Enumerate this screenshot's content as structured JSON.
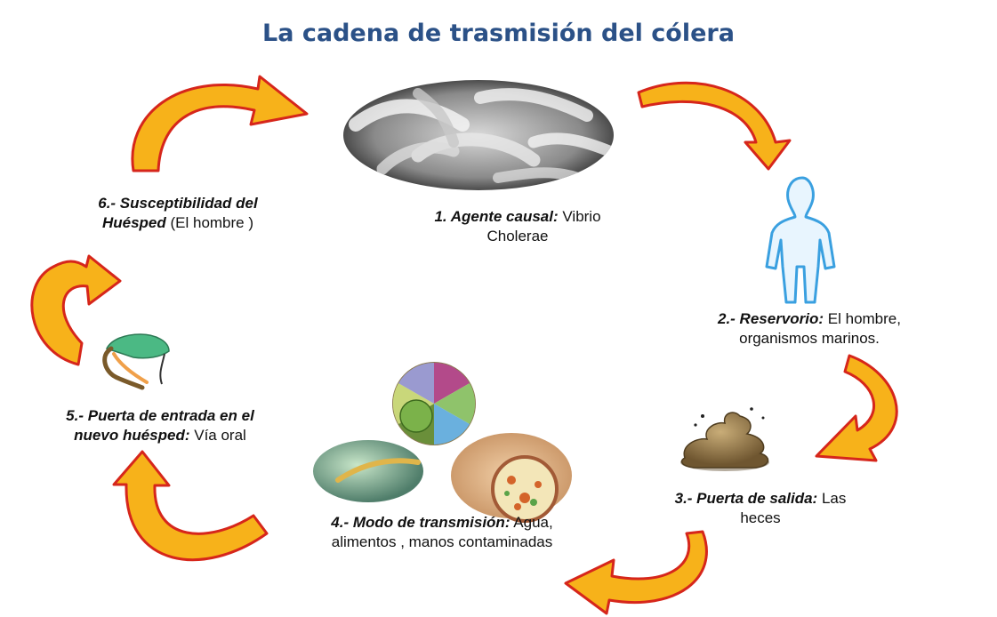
{
  "title": "La cadena de trasmisión del cólera",
  "steps": [
    {
      "bold": "1. Agente causal:",
      "text": " Vibrio",
      "text2": "Cholerae"
    },
    {
      "bold": "2.- Reservorio:",
      "text": " El hombre,",
      "text2": "organismos marinos."
    },
    {
      "bold": "3.- Puerta de salida:",
      "text": " Las",
      "text2": "heces"
    },
    {
      "bold": "4.- Modo de transmisión:",
      "text": "  Agua,",
      "text2": "alimentos  , manos  contaminadas"
    },
    {
      "bold1": "5.- Puerta de entrada en el",
      "bold2": "nuevo huésped:",
      "text": " Vía oral"
    },
    {
      "bold1": "6.- Susceptibilidad del",
      "bold2": "Huésped",
      "text": "  (El hombre )"
    }
  ],
  "icons": [
    "bacteria-micrograph-icon",
    "human-silhouette-icon",
    "feces-icon",
    "food-pie-icon",
    "water-drop-icon",
    "contaminated-hands-icon",
    "mouth-icon"
  ],
  "colors": {
    "title": "#2b5187",
    "arrow_fill": "#f7b21a",
    "arrow_stroke": "#d6261b",
    "silhouette": "#3aa0e0"
  }
}
